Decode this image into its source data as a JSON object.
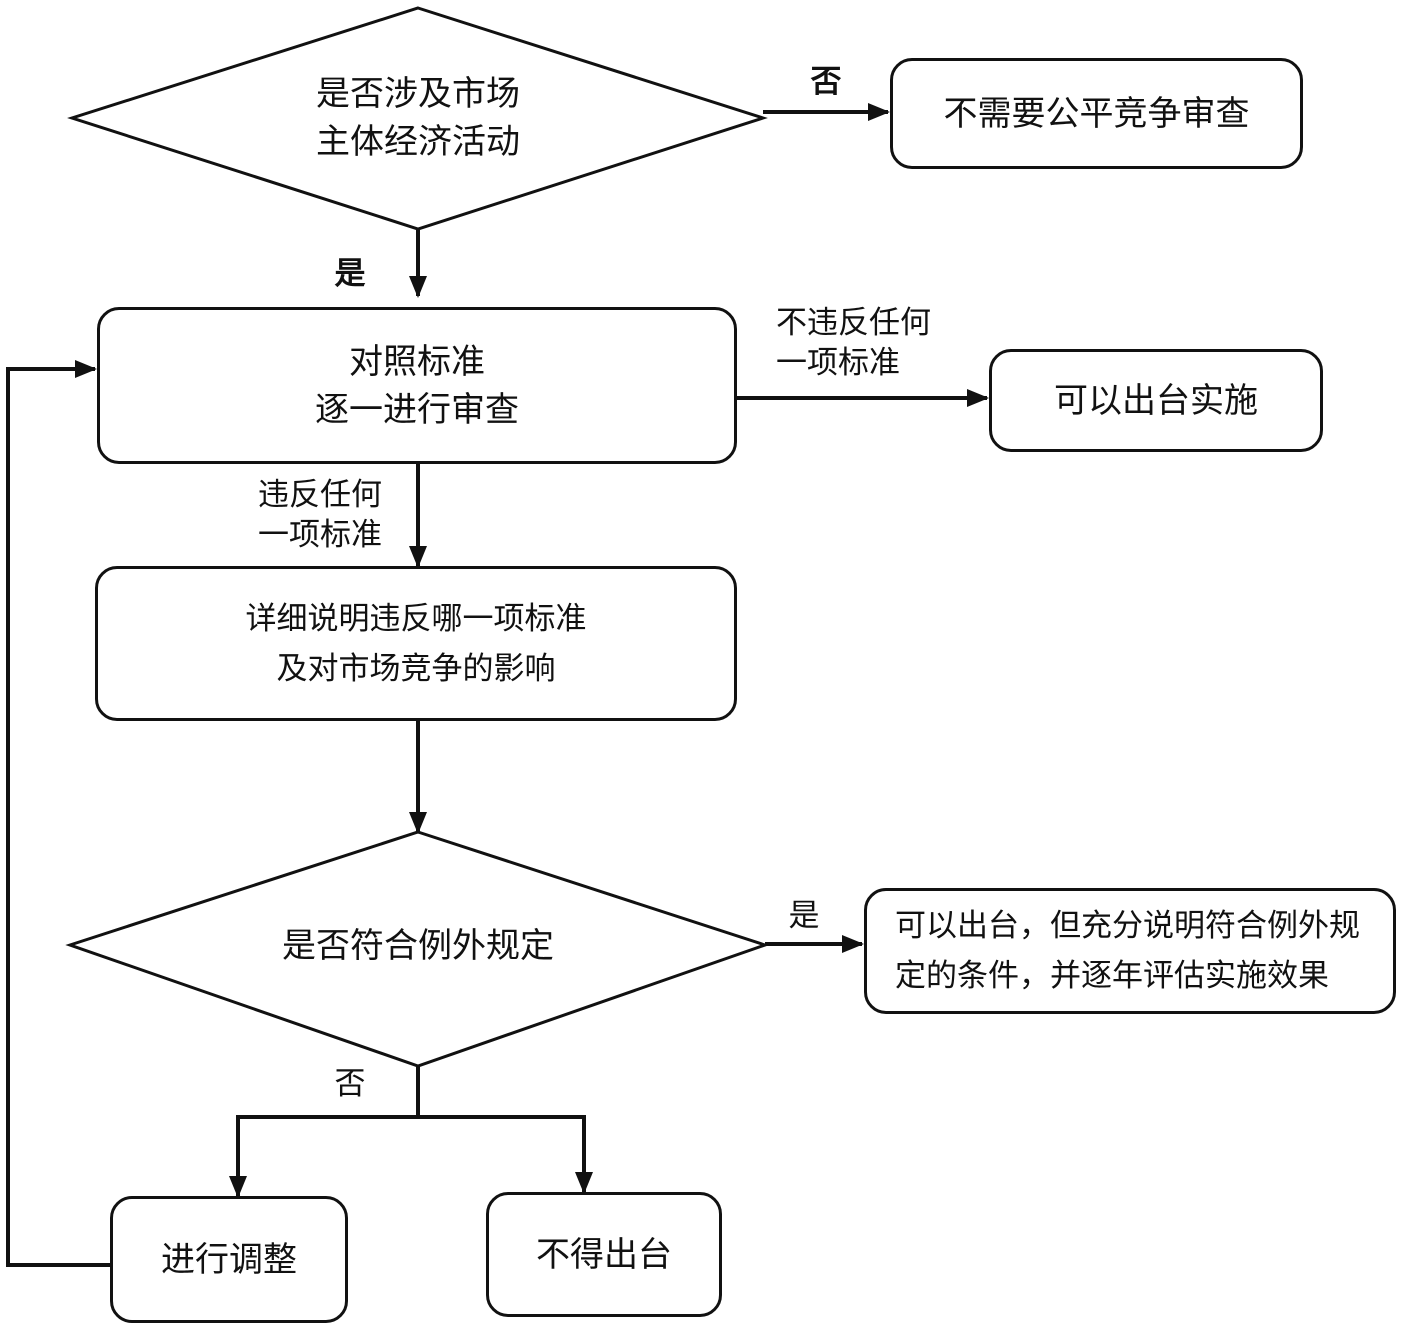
{
  "decision1": {
    "line1": "是否涉及市场",
    "line2": "主体经济活动"
  },
  "no_review": "不需要公平竞争审查",
  "label_no_1": "否",
  "label_yes_1": "是",
  "review": {
    "line1": "对照标准",
    "line2": "逐一进行审查"
  },
  "label_not_violate": {
    "line1": "不违反任何",
    "line2": "一项标准"
  },
  "can_implement": "可以出台实施",
  "label_violate": {
    "line1": "违反任何",
    "line2": "一项标准"
  },
  "explain": {
    "line1": "详细说明违反哪一项标准",
    "line2": "及对市场竞争的影响"
  },
  "decision2": "是否符合例外规定",
  "label_yes_2": "是",
  "exception_ok": {
    "line1": "可以出台，但充分说明符合例外规",
    "line2": "定的条件，并逐年评估实施效果"
  },
  "label_no_2": "否",
  "adjust": "进行调整",
  "not_allowed": "不得出台"
}
